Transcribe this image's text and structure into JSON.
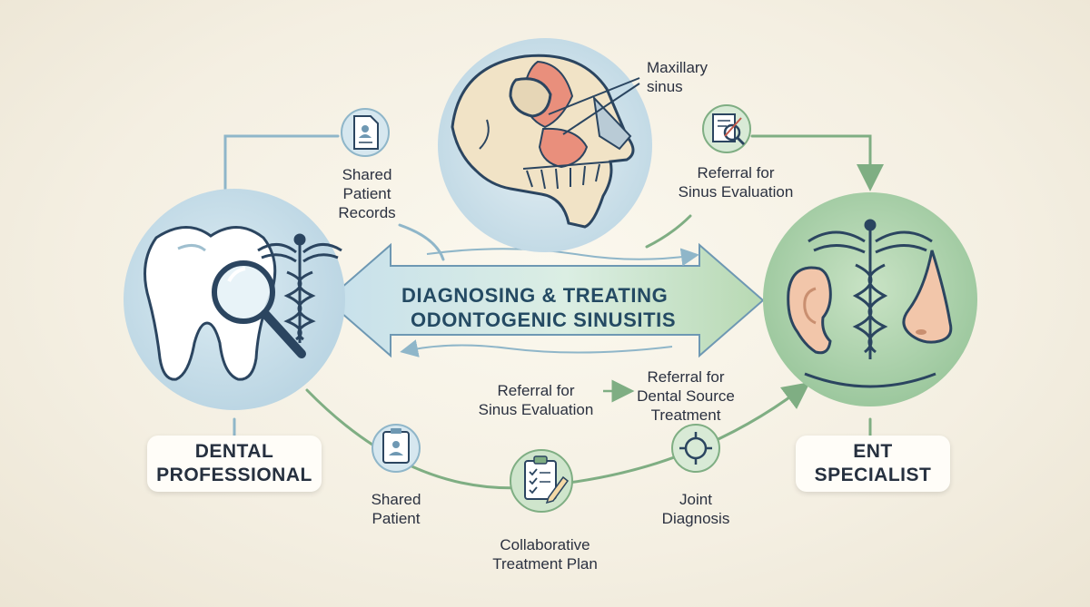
{
  "title": {
    "line1": "DIAGNOSING & TREATING",
    "line2": "ODONTOGENIC SINUSITIS"
  },
  "roles": {
    "dental": {
      "line1": "DENTAL",
      "line2": "PROFESSIONAL"
    },
    "ent": {
      "line1": "ENT",
      "line2": "SPECIALIST"
    }
  },
  "labels": {
    "maxillary": {
      "line1": "Maxillary",
      "line2": "sinus"
    },
    "shared_records": {
      "line1": "Shared",
      "line2": "Patient",
      "line3": "Records"
    },
    "referral_top": {
      "line1": "Referral for",
      "line2": "Sinus Evaluation"
    },
    "referral_mid_left": {
      "line1": "Referral for",
      "line2": "Sinus Evaluation"
    },
    "referral_mid_right": {
      "line1": "Referral for",
      "line2": "Dental Source",
      "line3": "Treatment"
    },
    "shared_patient": {
      "line1": "Shared",
      "line2": "Patient"
    },
    "collab": {
      "line1": "Collaborative",
      "line2": "Treatment Plan"
    },
    "joint": {
      "line1": "Joint",
      "line2": "Diagnosis"
    }
  },
  "icons": [
    "document-icon",
    "magnifier-chart-icon",
    "tooth-icon",
    "magnifying-glass-icon",
    "caduceus-icon",
    "ear-icon",
    "nose-icon",
    "skull-icon",
    "patient-card-icon",
    "clipboard-icon",
    "target-icon"
  ],
  "colors": {
    "dental_blue": "#c9dfe9",
    "ent_green": "#a9cfa9",
    "navy": "#2b4560",
    "arrow_green": "#7fae83",
    "arrow_blue": "#8fb6c9"
  }
}
